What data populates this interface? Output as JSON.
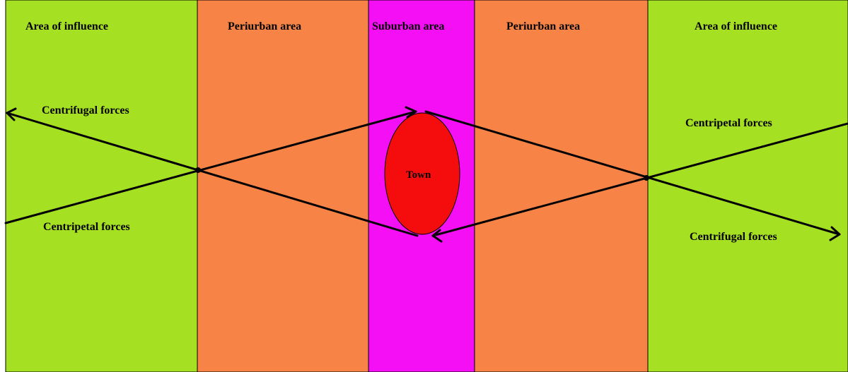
{
  "zones": {
    "left_outer": {
      "label": "Area of influence",
      "color": "#a6e022"
    },
    "left_mid": {
      "label": "Periurban area",
      "color": "#f78347"
    },
    "center": {
      "label": "Suburban area",
      "color": "#f50ff5"
    },
    "right_mid": {
      "label": "Periurban area",
      "color": "#f78347"
    },
    "right_outer": {
      "label": "Area of influence",
      "color": "#a6e022"
    }
  },
  "town": {
    "label": "Town",
    "color": "#f50c0c"
  },
  "forces": {
    "left_top": "Centrifugal forces",
    "left_bottom": "Centripetal forces",
    "right_top": "Centripetal forces",
    "right_bottom": "Centrifugal forces"
  },
  "colors": {
    "border": "#000000",
    "arrows": "#000000"
  }
}
